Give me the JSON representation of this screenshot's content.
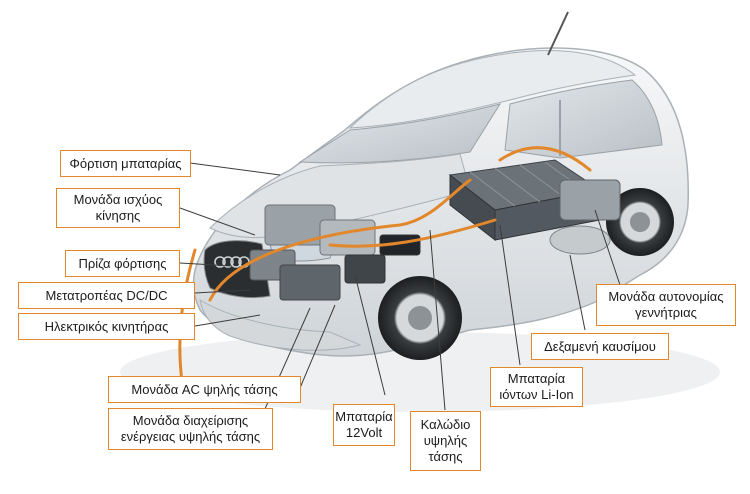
{
  "colors": {
    "accent": "#e2872b",
    "car_body": "#e9ecee",
    "battery": "#5a6168"
  },
  "labels": {
    "battery_charging": "Φόρτιση μπαταρίας",
    "drive_power_unit_1": "Μονάδα ισχύος",
    "drive_power_unit_2": "κίνησης",
    "charging_socket": "Πρίζα φόρτισης",
    "dc_dc_converter": "Μετατροπέας DC/DC",
    "electric_motor": "Ηλεκτρικός κινητήρας",
    "ac_high_voltage_unit": "Μονάδα AC ψηλής τάσης",
    "energy_management_1": "Μονάδα διαχείρισης",
    "energy_management_2": "ενέργειας υψηλής τάσης",
    "battery_12v_1": "Μπαταρία",
    "battery_12v_2": "12Volt",
    "hv_cable_1": "Καλώδιο",
    "hv_cable_2": "υψηλής",
    "hv_cable_3": "τάσης",
    "li_ion_battery_1": "Μπαταρία",
    "li_ion_battery_2": "ιόντων Li-Ion",
    "fuel_tank": "Δεξαμενή καυσίμου",
    "range_extender_1": "Μονάδα αυτονομίας",
    "range_extender_2": "γεννήτριας"
  }
}
